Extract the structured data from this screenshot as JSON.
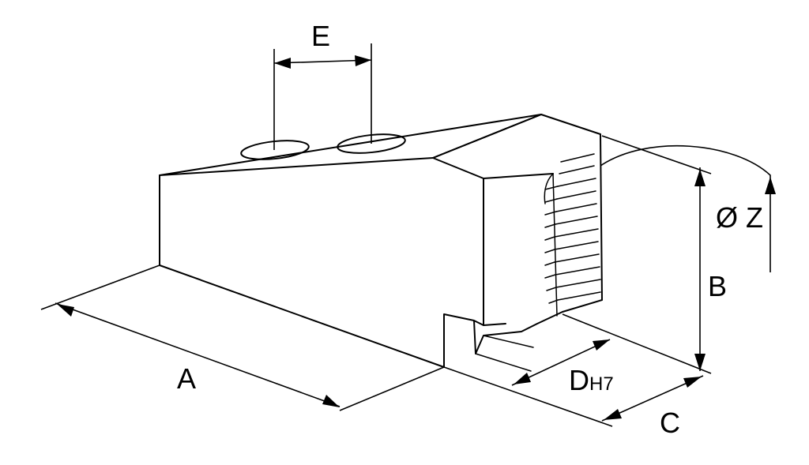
{
  "labels": {
    "a": "A",
    "b": "B",
    "c": "C",
    "d": "D",
    "d_tolerance": "H7",
    "e": "E",
    "z": "Ø Z"
  }
}
